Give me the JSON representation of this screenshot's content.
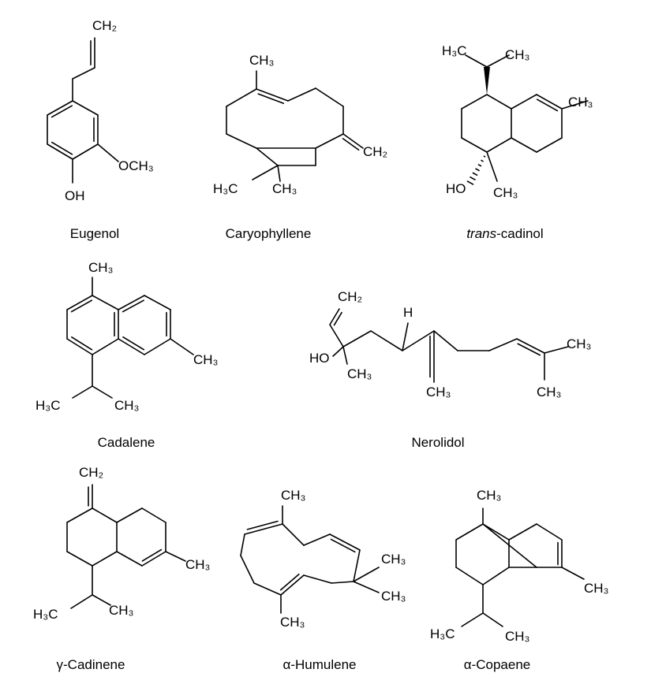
{
  "molecules": [
    {
      "id": "eugenol",
      "name": "Eugenol",
      "labels": [
        "CH₂",
        "OCH₃",
        "OH"
      ]
    },
    {
      "id": "caryophyllene",
      "name": "Caryophyllene",
      "labels": [
        "CH₃",
        "CH₂",
        "H₃C",
        "CH₃"
      ]
    },
    {
      "id": "trans-cadinol",
      "name_prefix": "trans",
      "name": "-cadinol",
      "labels": [
        "H₃C",
        "CH₃",
        "CH₃",
        "HO",
        "CH₃"
      ]
    },
    {
      "id": "cadalene",
      "name": "Cadalene",
      "labels": [
        "CH₃",
        "CH₃",
        "H₃C",
        "CH₃"
      ]
    },
    {
      "id": "nerolidol",
      "name": "Nerolidol",
      "labels": [
        "CH₂",
        "H",
        "HO",
        "CH₃",
        "CH₃",
        "CH₃",
        "CH₃"
      ]
    },
    {
      "id": "gamma-cadinene",
      "name": "γ-Cadinene",
      "labels": [
        "CH₂",
        "CH₃",
        "H₃C",
        "CH₃"
      ]
    },
    {
      "id": "alpha-humulene",
      "name": "α-Humulene",
      "labels": [
        "CH₃",
        "CH₃",
        "CH₃",
        "CH₃"
      ]
    },
    {
      "id": "alpha-copaene",
      "name": "α-Copaene",
      "labels": [
        "CH₃",
        "CH₃",
        "H₃C",
        "CH₃"
      ]
    }
  ]
}
